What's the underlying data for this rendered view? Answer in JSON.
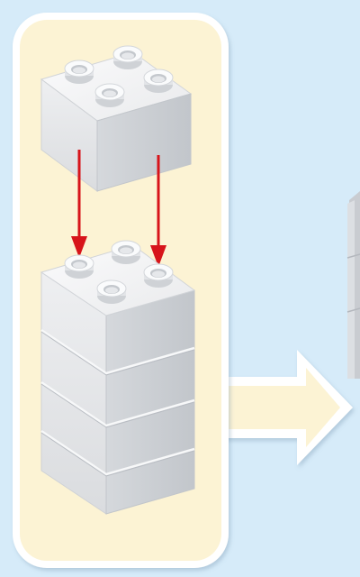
{
  "diagram": {
    "step": "stack-2x2-brick-on-tower",
    "colors": {
      "background": "#d6ebf9",
      "panel_fill": "#fcf3d4",
      "panel_border": "#ffffff",
      "arrow_red": "#d7141a",
      "brick_top": "#f4f5f6",
      "brick_front": "#e7e8ea",
      "brick_side": "#c9ccd0",
      "flow_arrow_fill": "#fcf3d4"
    },
    "tower_brick_count": 4,
    "loose_brick_count": 1,
    "next_step_preview": "partial-tower-offscreen"
  }
}
